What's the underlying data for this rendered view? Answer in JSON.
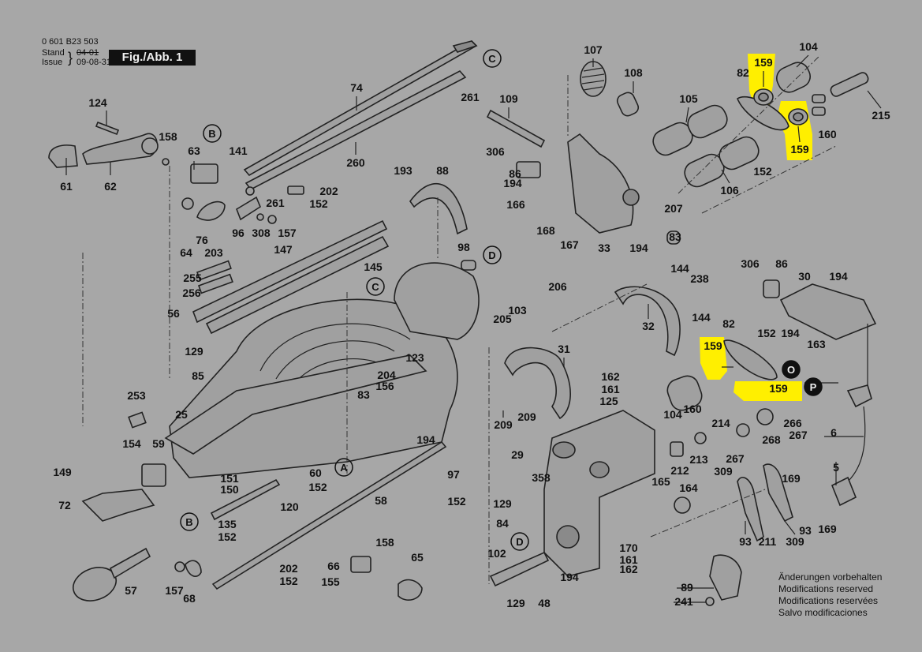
{
  "header": {
    "part_number": "0 601 B23 503",
    "stand_label": "Stand",
    "issue_label": "Issue",
    "stand_value_struck": "04-01",
    "issue_value": "09-08-31",
    "figure_label": "Fig./Abb. 1"
  },
  "notes": [
    "Änderungen vorbehalten",
    "Modifications reserved",
    "Modifications reservées",
    "Salvo modificaciones"
  ],
  "highlight_color": "#ffef00",
  "highlighted_part": "159",
  "reference_circles": [
    "A",
    "B",
    "C",
    "D",
    "O",
    "P"
  ],
  "callouts": [
    "124",
    "158",
    "61",
    "62",
    "63",
    "141",
    "261",
    "202",
    "152",
    "96",
    "308",
    "157",
    "76",
    "64",
    "203",
    "147",
    "74",
    "260",
    "261",
    "193",
    "88",
    "98",
    "145",
    "255",
    "256",
    "56",
    "129",
    "85",
    "253",
    "25",
    "154",
    "59",
    "149",
    "72",
    "151",
    "150",
    "60",
    "152",
    "120",
    "135",
    "152",
    "57",
    "157",
    "68",
    "202",
    "152",
    "58",
    "97",
    "152",
    "194",
    "66",
    "155",
    "158",
    "65",
    "204",
    "123",
    "156",
    "83",
    "107",
    "108",
    "109",
    "306",
    "86",
    "194",
    "166",
    "168",
    "167",
    "33",
    "194",
    "207",
    "83",
    "105",
    "106",
    "152",
    "159",
    "82",
    "104",
    "159",
    "160",
    "215",
    "205",
    "103",
    "206",
    "32",
    "144",
    "238",
    "144",
    "31",
    "162",
    "161",
    "125",
    "104",
    "160",
    "209",
    "209",
    "29",
    "358",
    "129",
    "84",
    "102",
    "129",
    "48",
    "194",
    "170",
    "161",
    "162",
    "165",
    "164",
    "306",
    "86",
    "30",
    "194",
    "152",
    "194",
    "163",
    "82",
    "159",
    "159",
    "214",
    "266",
    "268",
    "267",
    "213",
    "212",
    "267",
    "309",
    "169",
    "93",
    "211",
    "309",
    "93",
    "169",
    "6",
    "5",
    "89",
    "241"
  ]
}
